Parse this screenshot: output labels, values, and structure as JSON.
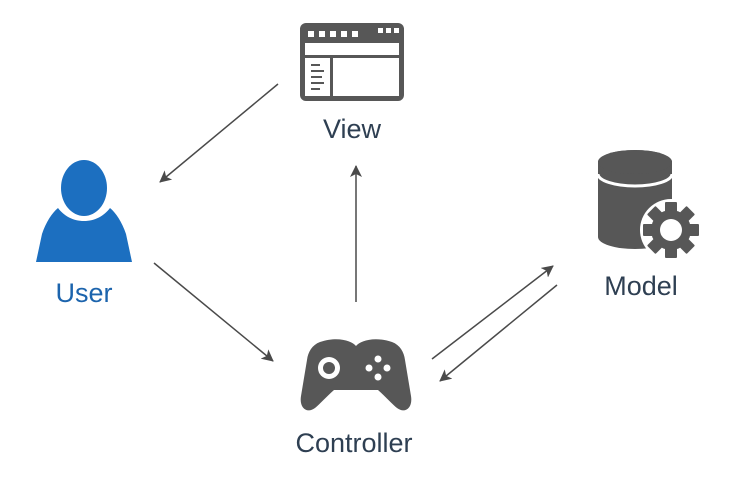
{
  "nodes": {
    "view": {
      "label": "View",
      "icon": "browser-window-icon"
    },
    "user": {
      "label": "User",
      "icon": "user-silhouette-icon"
    },
    "model": {
      "label": "Model",
      "icon": "database-gear-icon"
    },
    "controller": {
      "label": "Controller",
      "icon": "gamepad-icon"
    }
  },
  "edges": [
    {
      "from": "view",
      "to": "user"
    },
    {
      "from": "user",
      "to": "controller"
    },
    {
      "from": "controller",
      "to": "view"
    },
    {
      "from": "controller",
      "to": "model"
    },
    {
      "from": "model",
      "to": "controller"
    }
  ],
  "colors": {
    "icon_dark": "#575757",
    "user_blue": "#1c6fc0",
    "label_dark": "#2e3f52",
    "label_blue": "#1c64ad",
    "arrow": "#4a4a4a"
  }
}
